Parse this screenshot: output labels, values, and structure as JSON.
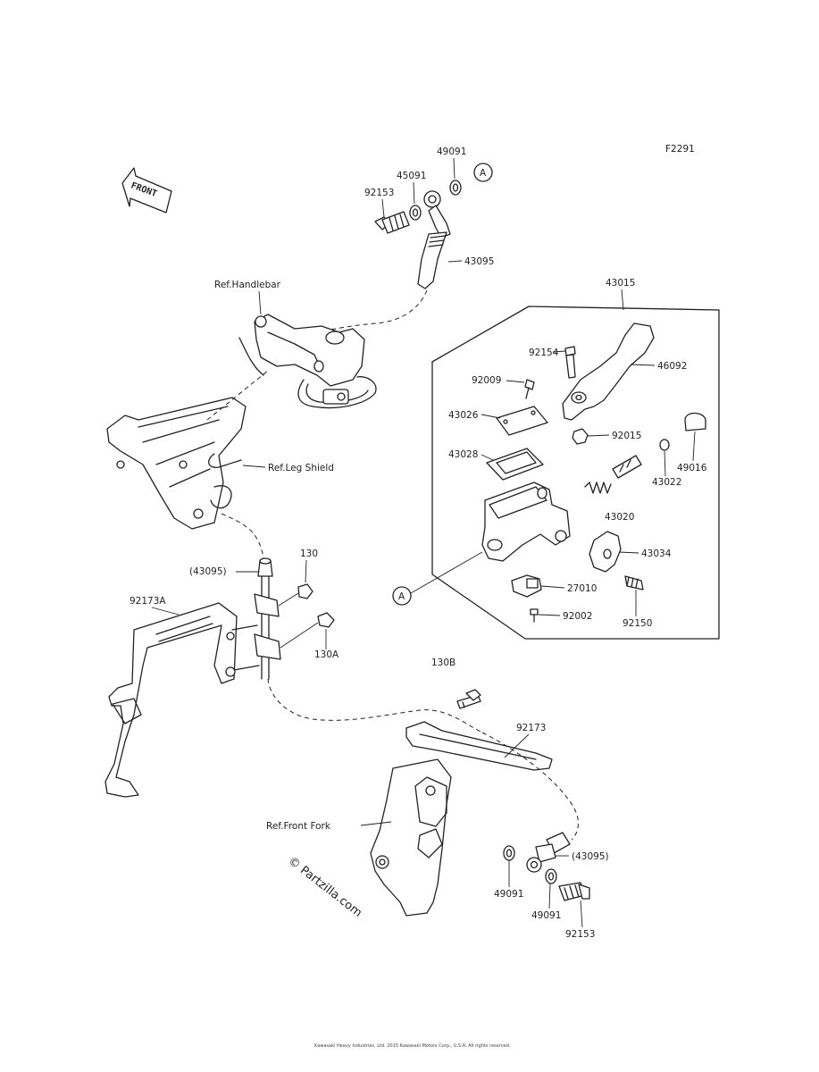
{
  "diagram": {
    "code": "F2291",
    "front_label": "FRONT",
    "ref_labels": {
      "handlebar": "Ref.Handlebar",
      "leg_shield": "Ref.Leg Shield",
      "front_fork": "Ref.Front Fork"
    },
    "callout": "A",
    "parts": {
      "p49091_top": "49091",
      "p45091": "45091",
      "p92153_top": "92153",
      "p43095_top": "43095",
      "p43015": "43015",
      "p92154": "92154",
      "p46092": "46092",
      "p92009": "92009",
      "p43026": "43026",
      "p92015": "92015",
      "p43028": "43028",
      "p49016": "49016",
      "p43022": "43022",
      "p43020": "43020",
      "p43034": "43034",
      "p27010": "27010",
      "p92150": "92150",
      "p92002": "92002",
      "p130": "130",
      "p43095_mid": "(43095)",
      "p92173A": "92173A",
      "p130A": "130A",
      "p130B": "130B",
      "p92173": "92173",
      "p43095_bot": "(43095)",
      "p49091_bl": "49091",
      "p49091_br": "49091",
      "p92153_bot": "92153"
    },
    "watermark": "© Partzilla.com",
    "copyright": "Kawasaki Heavy Industries, Ltd. 2015 Kawasaki Motors Corp., U.S.A. All rights reserved."
  }
}
